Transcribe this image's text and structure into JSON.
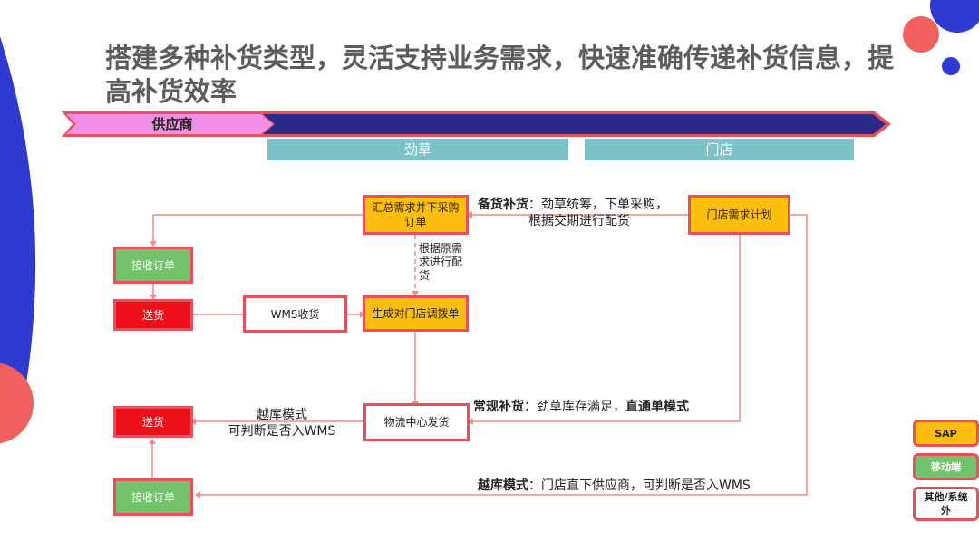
{
  "colors": {
    "accent_red": "#e8505b",
    "navy": "#2b2a8a",
    "pink": "#f08ee8",
    "teal": "#7bc3c9",
    "yellow": "#fbbd0e",
    "green": "#72c36b",
    "red": "#ee0f18"
  },
  "title": "搭建多种补货类型，灵活支持业务需求，快速准确传递补货信息，提高补货效率",
  "banner": {
    "supplier": "供应商"
  },
  "columns": {
    "jincao": "劲草",
    "store": "门店"
  },
  "nodes": {
    "summary": "汇总需求并下采购订单",
    "store_plan": "门店需求计划",
    "receive_order_1": "接收订单",
    "deliver_1": "送货",
    "wms_receive": "WMS收货",
    "transfer_order": "生成对门店调拨单",
    "dc_ship": "物流中心发货",
    "deliver_2": "送货",
    "receive_order_2": "接收订单"
  },
  "annotations": {
    "by_demand": "根据原需求进行配货",
    "stock_label": "备货补货",
    "stock_text_1": "：劲草统筹，下单采购，",
    "stock_text_2": "根据交期进行配货",
    "regular_label": "常规补货",
    "regular_text": "：劲草库存满足，",
    "regular_bold": "直通单模式",
    "cross_label": "越库模式",
    "cross_text": "：门店直下供应商，可判断是否入WMS",
    "cross_left_1": "越库模式",
    "cross_left_2": "可判断是否入WMS"
  },
  "legend": {
    "sap": "SAP",
    "mobile": "移动端",
    "other": "其他/系统外"
  }
}
